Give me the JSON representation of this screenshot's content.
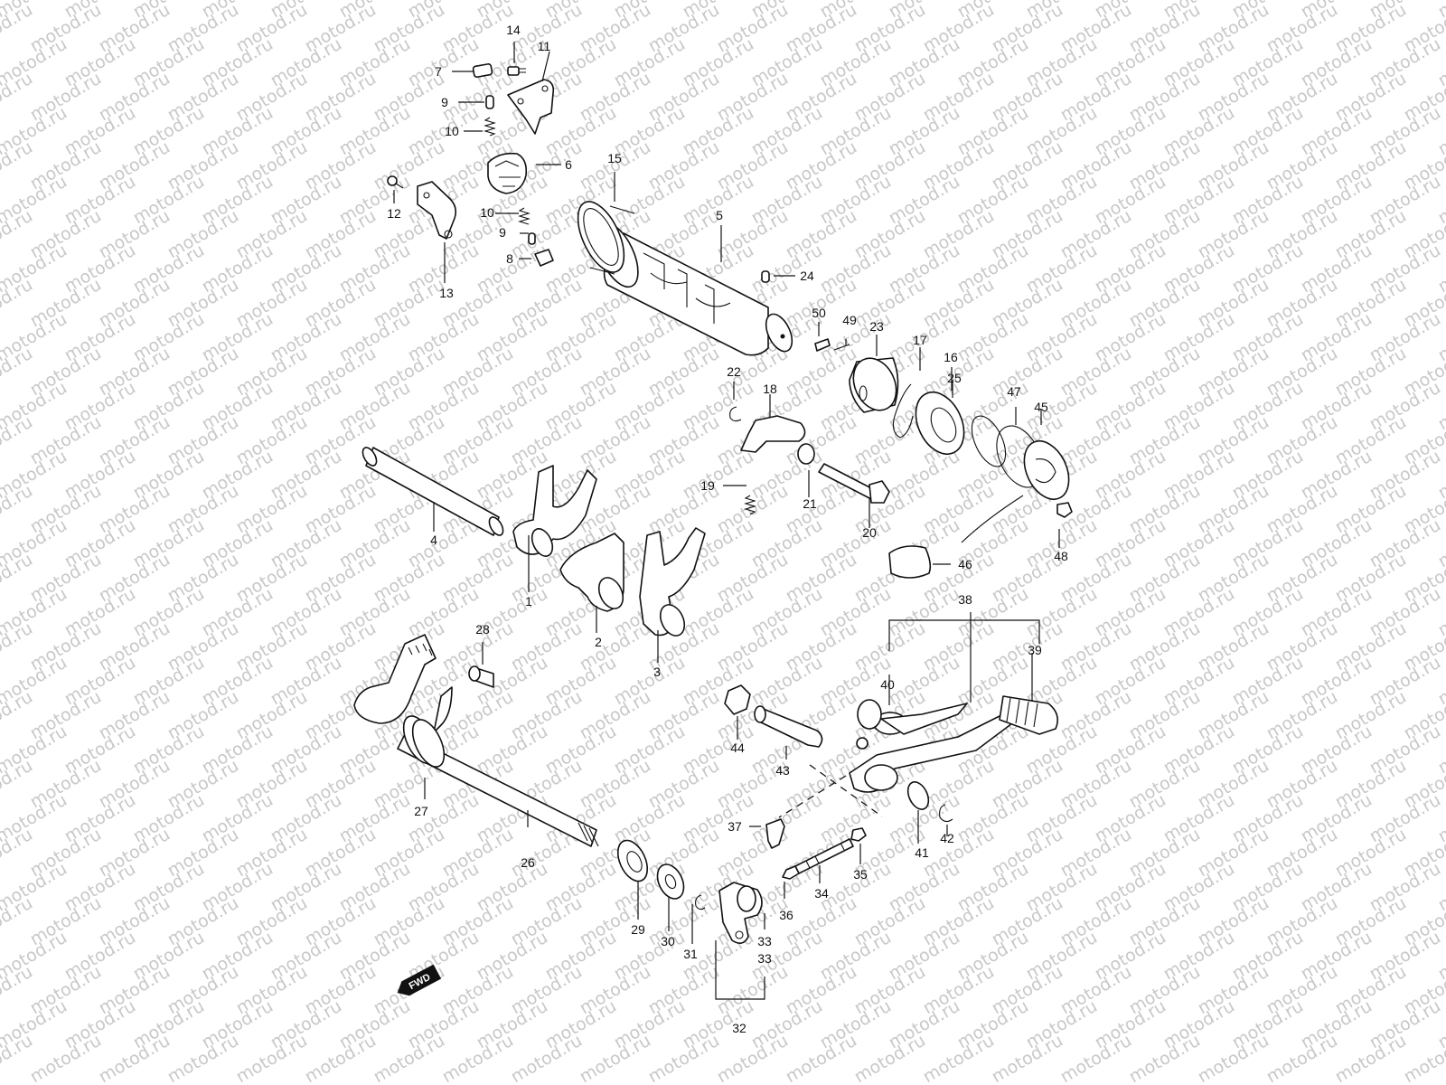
{
  "watermark": "motod.ru",
  "fwd_label": "FWD",
  "callouts": [
    "1",
    "2",
    "3",
    "4",
    "5",
    "6",
    "7",
    "8",
    "9",
    "9",
    "10",
    "10",
    "11",
    "12",
    "13",
    "14",
    "15",
    "16",
    "17",
    "18",
    "19",
    "20",
    "21",
    "22",
    "23",
    "24",
    "25",
    "26",
    "27",
    "28",
    "29",
    "30",
    "31",
    "32",
    "33",
    "33",
    "34",
    "35",
    "36",
    "37",
    "38",
    "39",
    "40",
    "41",
    "42",
    "43",
    "44",
    "45",
    "46",
    "47",
    "48",
    "49",
    "50"
  ]
}
